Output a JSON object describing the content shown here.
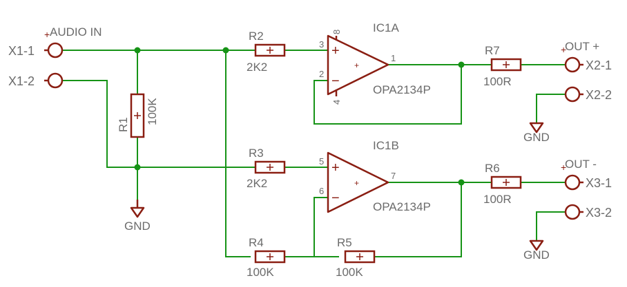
{
  "connector_in": {
    "title": "AUDIO IN",
    "pins": [
      "X1-1",
      "X1-2"
    ]
  },
  "resistors": {
    "R1": {
      "name": "R1",
      "value": "100K"
    },
    "R2": {
      "name": "R2",
      "value": "2K2"
    },
    "R3": {
      "name": "R3",
      "value": "2K2"
    },
    "R4": {
      "name": "R4",
      "value": "100K"
    },
    "R5": {
      "name": "R5",
      "value": "100K"
    },
    "R6": {
      "name": "R6",
      "value": "100R"
    },
    "R7": {
      "name": "R7",
      "value": "100R"
    }
  },
  "opamps": {
    "IC1A": {
      "name": "IC1A",
      "part": "OPA2134P",
      "pins": {
        "noninv": "3",
        "inv": "2",
        "out": "1",
        "vplus": "8",
        "vminus": "4"
      }
    },
    "IC1B": {
      "name": "IC1B",
      "part": "OPA2134P",
      "pins": {
        "noninv": "5",
        "inv": "6",
        "out": "7"
      }
    }
  },
  "out_plus": {
    "title": "OUT +",
    "pins": [
      "X2-1",
      "X2-2"
    ]
  },
  "out_minus": {
    "title": "OUT -",
    "pins": [
      "X3-1",
      "X3-2"
    ]
  },
  "ground_label": "GND",
  "plus_sign": "+",
  "minus_sign": "−",
  "colors": {
    "wire": "#169316",
    "part": "#8a1e12",
    "text": "#6b6b6b"
  }
}
